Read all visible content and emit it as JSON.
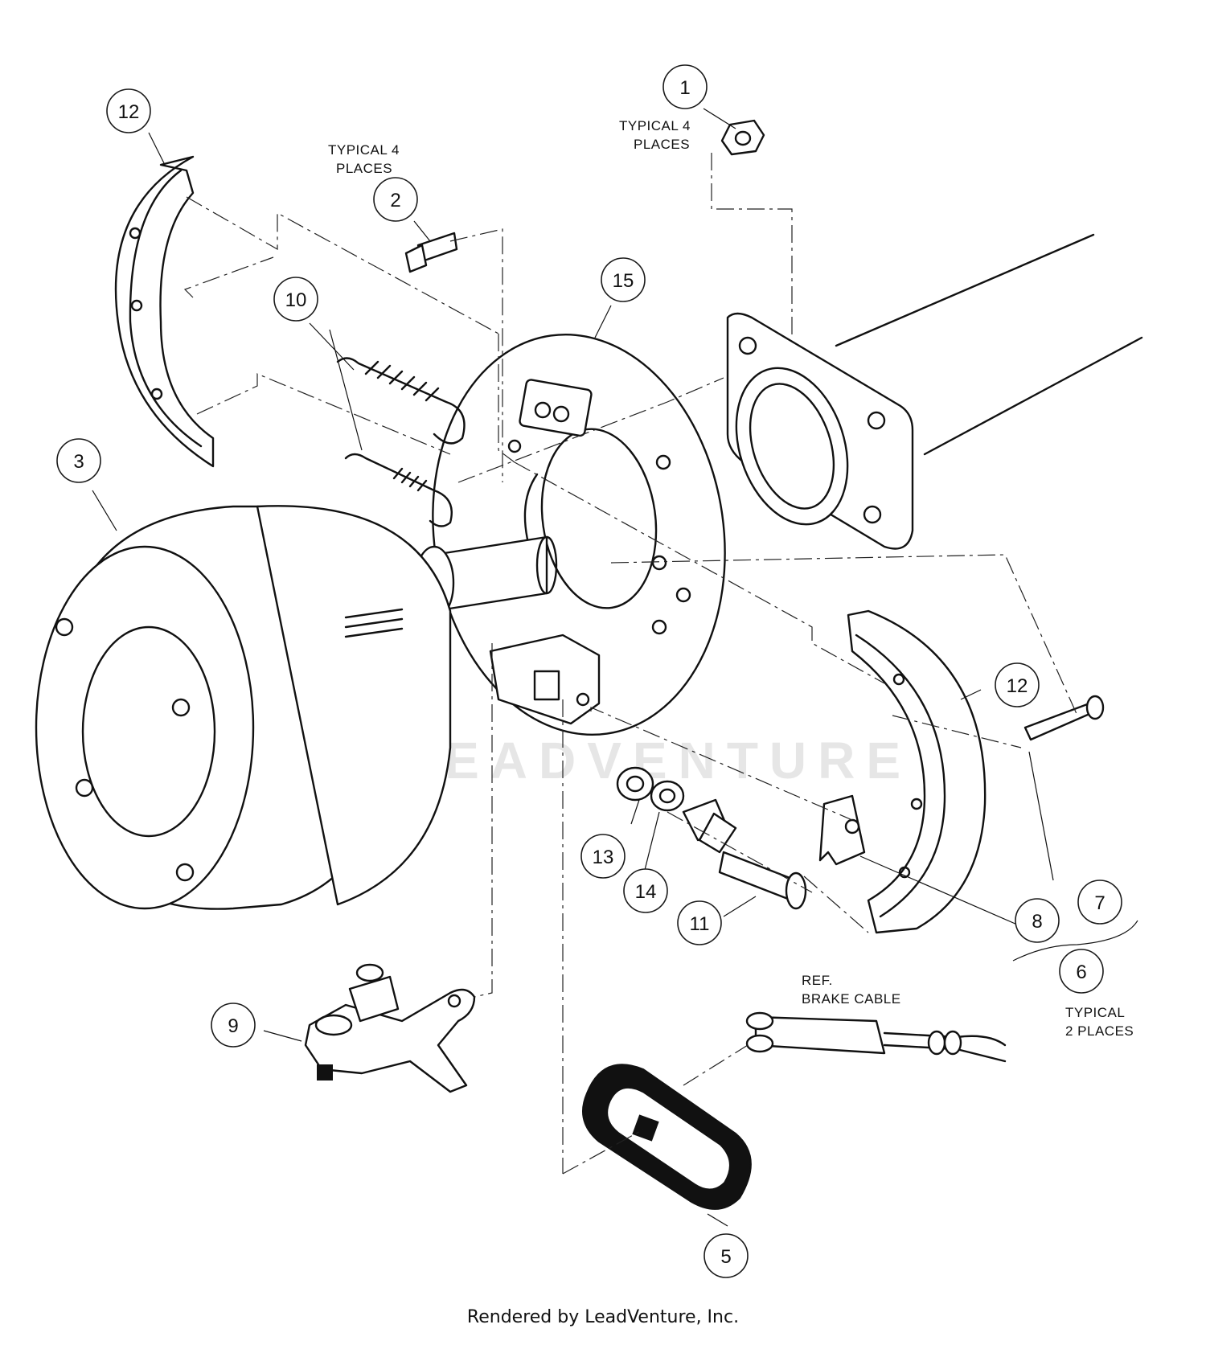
{
  "watermark": "LEADVENTURE",
  "footer": "Rendered by LeadVenture, Inc.",
  "notes": {
    "typical_4_places_a_l1": "TYPICAL 4",
    "typical_4_places_a_l2": "PLACES",
    "typical_4_places_b_l1": "TYPICAL 4",
    "typical_4_places_b_l2": "PLACES",
    "ref_brake_cable_l1": "REF.",
    "ref_brake_cable_l2": "BRAKE CABLE",
    "typical_2_places_l1": "TYPICAL",
    "typical_2_places_l2": "2 PLACES"
  },
  "callouts": {
    "c1": "1",
    "c2": "2",
    "c3": "3",
    "c5": "5",
    "c6": "6",
    "c7": "7",
    "c8": "8",
    "c9": "9",
    "c10": "10",
    "c11": "11",
    "c12a": "12",
    "c12b": "12",
    "c13": "13",
    "c14": "14",
    "c15": "15"
  }
}
